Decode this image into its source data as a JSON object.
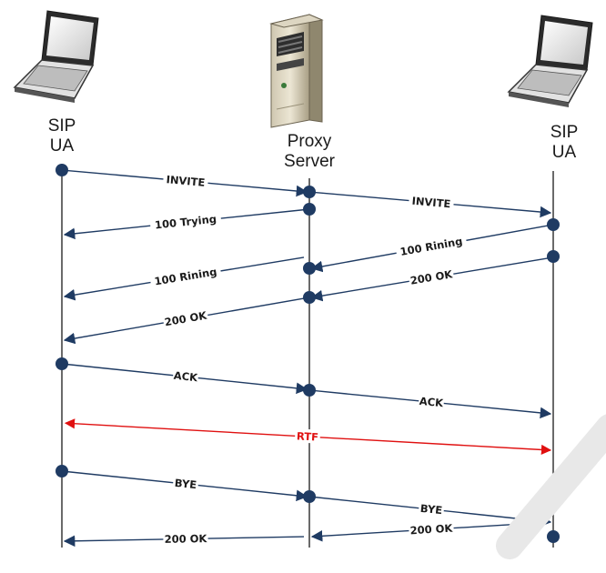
{
  "entities": [
    {
      "id": "ua-left",
      "label_line1": "SIP",
      "label_line2": "UA",
      "icon": "laptop-icon"
    },
    {
      "id": "proxy",
      "label_line1": "Proxy",
      "label_line2": "Server",
      "icon": "server-icon"
    },
    {
      "id": "ua-right",
      "label_line1": "SIP",
      "label_line2": "UA",
      "icon": "laptop-icon"
    }
  ],
  "messages": [
    {
      "label": "INVITE",
      "from": "ua-left",
      "to": "proxy",
      "color": "#1f3b63"
    },
    {
      "label": "INVITE",
      "from": "proxy",
      "to": "ua-right",
      "color": "#1f3b63"
    },
    {
      "label": "100 Trying",
      "from": "proxy",
      "to": "ua-left",
      "color": "#1f3b63"
    },
    {
      "label": "100 Rining",
      "from": "ua-right",
      "to": "proxy",
      "color": "#1f3b63"
    },
    {
      "label": "100 Rining",
      "from": "proxy",
      "to": "ua-left",
      "color": "#1f3b63"
    },
    {
      "label": "200 OK",
      "from": "ua-right",
      "to": "proxy",
      "color": "#1f3b63"
    },
    {
      "label": "200 OK",
      "from": "proxy",
      "to": "ua-left",
      "color": "#1f3b63"
    },
    {
      "label": "ACK",
      "from": "ua-left",
      "to": "proxy",
      "color": "#1f3b63"
    },
    {
      "label": "ACK",
      "from": "proxy",
      "to": "ua-right",
      "color": "#1f3b63"
    },
    {
      "label": "RTF",
      "from": "ua-left",
      "to": "ua-right",
      "color": "#e01010",
      "bidirectional": true
    },
    {
      "label": "BYE",
      "from": "ua-left",
      "to": "proxy",
      "color": "#1f3b63"
    },
    {
      "label": "BYE",
      "from": "proxy",
      "to": "ua-right",
      "color": "#1f3b63"
    },
    {
      "label": "200 OK",
      "from": "ua-right",
      "to": "proxy",
      "color": "#1f3b63"
    },
    {
      "label": "200 OK",
      "from": "proxy",
      "to": "ua-left",
      "color": "#1f3b63"
    }
  ],
  "colors": {
    "line": "#1f3b63",
    "dot": "#1f3b63",
    "rtf": "#e01010"
  }
}
